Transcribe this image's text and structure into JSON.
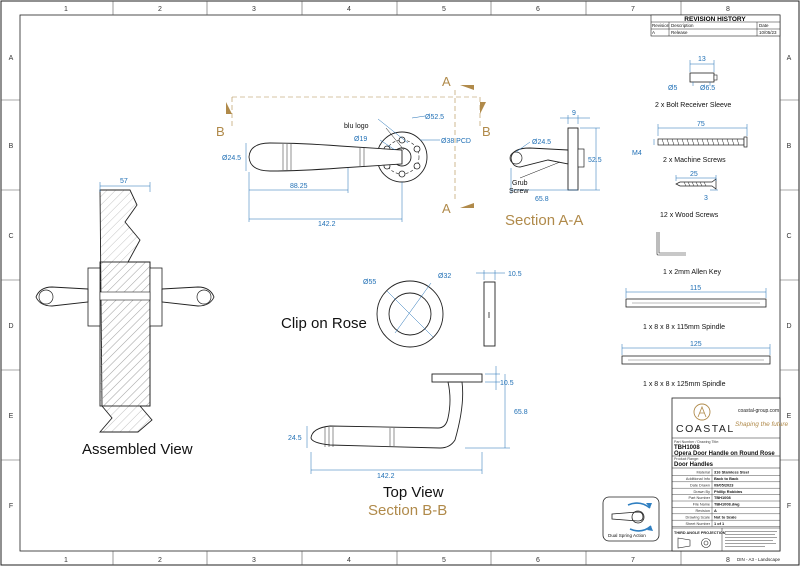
{
  "borders": {
    "cols": [
      "1",
      "2",
      "3",
      "4",
      "5",
      "6",
      "7",
      "8"
    ],
    "rows": [
      "A",
      "B",
      "C",
      "D",
      "E",
      "F"
    ]
  },
  "revision": {
    "title": "REVISION HISTORY",
    "headers": [
      "Revision",
      "Description",
      "Date"
    ],
    "row": [
      "A",
      "Release",
      "10/05/23"
    ]
  },
  "front": {
    "section_letter_a": "A",
    "section_letter_b": "B",
    "blu_logo": "blu logo",
    "d52": "Ø52.5",
    "d19": "Ø19",
    "pcd": "Ø38 PCD",
    "d245": "Ø24.5",
    "l8825": "88.25",
    "l1422": "142.2"
  },
  "section_aa": {
    "d245": "Ø24.5",
    "nine": "9",
    "h525": "52.5",
    "grub1": "Grub",
    "grub2": "Screw",
    "w658": "65.8",
    "title": "Section A-A"
  },
  "assembled": {
    "width": "57",
    "title": "Assembled View"
  },
  "rose": {
    "d55": "Ø55",
    "d32": "Ø32",
    "t105": "10.5",
    "title": "Clip on Rose"
  },
  "top": {
    "h105": "10.5",
    "h658": "65.8",
    "d245": "24.5",
    "l1422": "142.2",
    "title": "Top View",
    "subtitle": "Section B-B"
  },
  "parts": {
    "sleeve_13": "13",
    "sleeve_d5": "Ø5",
    "sleeve_d65": "Ø6.5",
    "sleeve_label": "2 x Bolt Receiver Sleeve",
    "mscrew_75": "75",
    "mscrew_m4": "M4",
    "mscrew_label": "2 x Machine Screws",
    "wscrew_25": "25",
    "wscrew_3": "3",
    "wscrew_label": "12 x Wood Screws",
    "allen_label": "1 x 2mm Allen Key",
    "spindle115": "115",
    "spindle115_label": "1 x 8 x 8 x 115mm Spindle",
    "spindle125": "125",
    "spindle125_label": "1 x 8 x 8 x 125mm Spindle"
  },
  "titleblock": {
    "brand": "COASTAL",
    "website": "coastal-group.com",
    "tagline": "Shaping the future",
    "pn_caption": "Part Number / Drawing Title:",
    "part_number": "TBH1008",
    "part_title": "Opera Door Handle on Round Rose",
    "range_caption": "Product Range:",
    "range": "Door Handles",
    "rows": [
      [
        "Material",
        "316 Stainless Steel"
      ],
      [
        "Additional Info",
        "Back to Back"
      ],
      [
        "Date Drawn",
        "09/05/2023"
      ],
      [
        "Drawn By",
        "Phillip Robbins"
      ],
      [
        "Part Number",
        "TBH1008"
      ],
      [
        "File Name",
        "TBH1008.dwg"
      ],
      [
        "Revision",
        "A"
      ],
      [
        "Drawing Scale",
        "Not to Scale"
      ],
      [
        "Sheet Number",
        "1  of  1"
      ]
    ],
    "projection": "THIRD ANGLE PROJECTION",
    "spring_label": "Dual Spring Action",
    "paper": "DIN - A3 - Landscape"
  }
}
